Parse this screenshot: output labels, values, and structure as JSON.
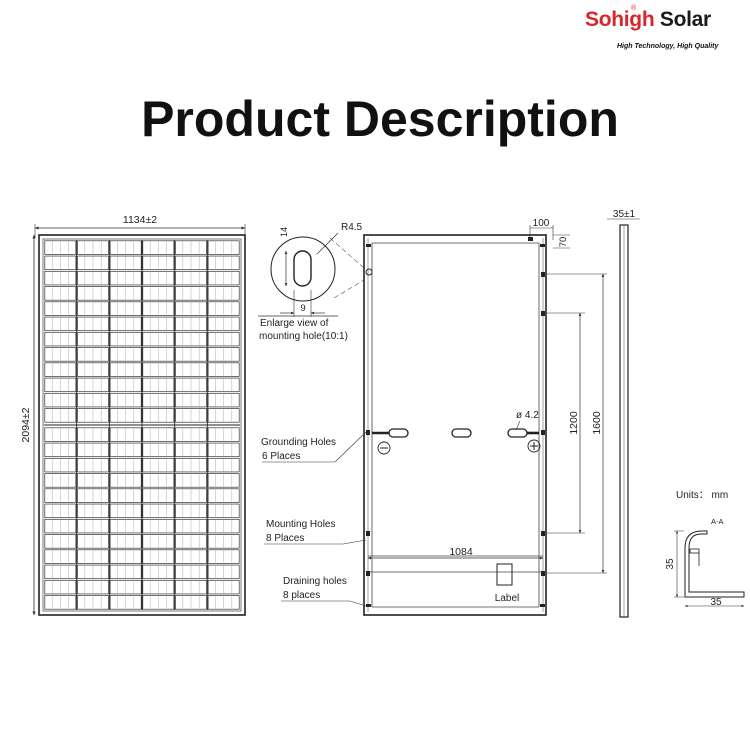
{
  "brand": {
    "name_red": "Sohigh",
    "name_dark": " Solar",
    "reg_mark": "®",
    "slogan": "High Technology, High Quality"
  },
  "title": "Product Description",
  "front_view": {
    "width_dim": "1134±2",
    "height_dim": "2094±2",
    "columns": 6,
    "rows_per_half": 12
  },
  "enlarge_view": {
    "radius_label": "R4.5",
    "slot_height": "14",
    "slot_width": "9",
    "caption_line1": "Enlarge view of",
    "caption_line2": "mounting hole(10:1)"
  },
  "back_view": {
    "top_dim": "100",
    "corner_dim": "70",
    "hole_dia": "ø 4.2",
    "dim_1200": "1200",
    "dim_1600": "1600",
    "dim_1084": "1084",
    "label_text": "Label",
    "minus_symbol": "⊖",
    "plus_symbol": "⊕",
    "callouts": {
      "grounding_line1": "Grounding Holes",
      "grounding_line2": "6 Places",
      "mounting_line1": "Mounting Holes",
      "mounting_line2": "8 Places",
      "draining_line1": "Draining holes",
      "draining_line2": "8 places"
    }
  },
  "side_view": {
    "thickness_dim": "35±1"
  },
  "section": {
    "units": "Units： mm",
    "name": "A-A",
    "height_dim": "35",
    "width_dim": "35"
  }
}
